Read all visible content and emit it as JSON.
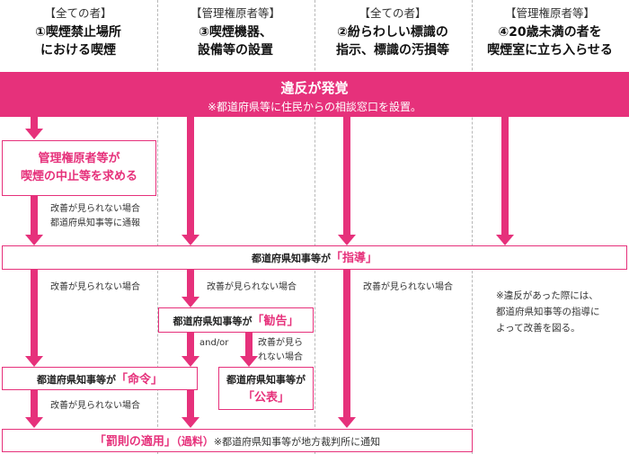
{
  "columns": [
    {
      "role": "【全ての者】",
      "title_line1": "①喫煙禁止場所",
      "title_line2": "における喫煙"
    },
    {
      "role": "【管理権原者等】",
      "title_line1": "③喫煙機器、",
      "title_line2": "設備等の設置"
    },
    {
      "role": "【全ての者】",
      "title_line1": "②紛らわしい標識の",
      "title_line2": "指示、標識の汚損等"
    },
    {
      "role": "【管理権原者等】",
      "title_line1": "④20歳未満の者を",
      "title_line2": "喫煙室に立ち入らせる"
    }
  ],
  "banner": {
    "title": "違反が発覚",
    "note": "※都道府県等に住民からの相談窓口を設置。"
  },
  "box_request": {
    "line1": "管理権原者等が",
    "line2": "喫煙の中止等を求める"
  },
  "note_report": {
    "line1": "改善が見られない場合",
    "line2": "都道府県知事等に通報"
  },
  "guidance": {
    "prefix": "都道府県知事等が",
    "action": "「指導」"
  },
  "note_no_improve": "改善が見られない場合",
  "recommend": {
    "prefix": "都道府県知事等が",
    "action": "「勧告」"
  },
  "and_or": "and/or",
  "note_no_improve_wrapped": {
    "line1": "改善が見ら",
    "line2": "れない場合"
  },
  "order": {
    "prefix": "都道府県知事等が",
    "action": "「命令」"
  },
  "publish": {
    "prefix": "都道府県知事等が",
    "action": "「公表」"
  },
  "penalty": {
    "main": "「罰則の適用」",
    "paren": "（過料）",
    "note": "※都道府県知事等が地方裁判所に通知"
  },
  "side_note": {
    "line1": "※違反があった際には、",
    "line2": "都道府県知事等の指導に",
    "line3": "よって改善を図る。"
  }
}
